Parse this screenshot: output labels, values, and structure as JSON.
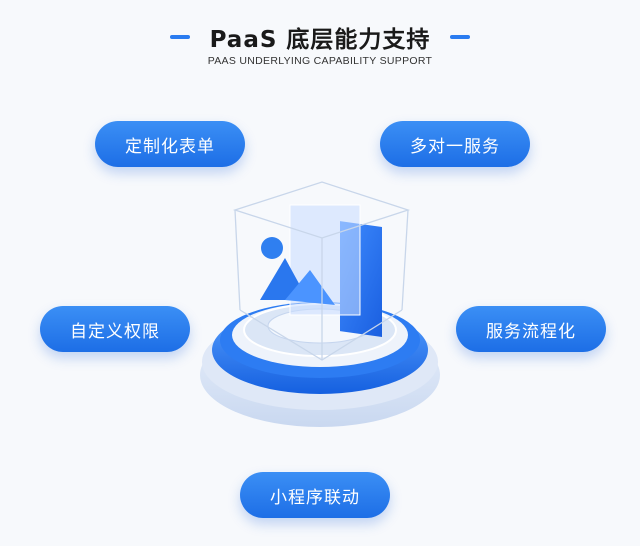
{
  "header": {
    "title": "PaaS 底层能力支持",
    "subtitle": "PAAS UNDERLYING CAPABILITY SUPPORT"
  },
  "features": [
    "定制化表单",
    "多对一服务",
    "自定义权限",
    "服务流程化",
    "小程序联动"
  ],
  "colors": {
    "accent": "#2a7cf0"
  }
}
